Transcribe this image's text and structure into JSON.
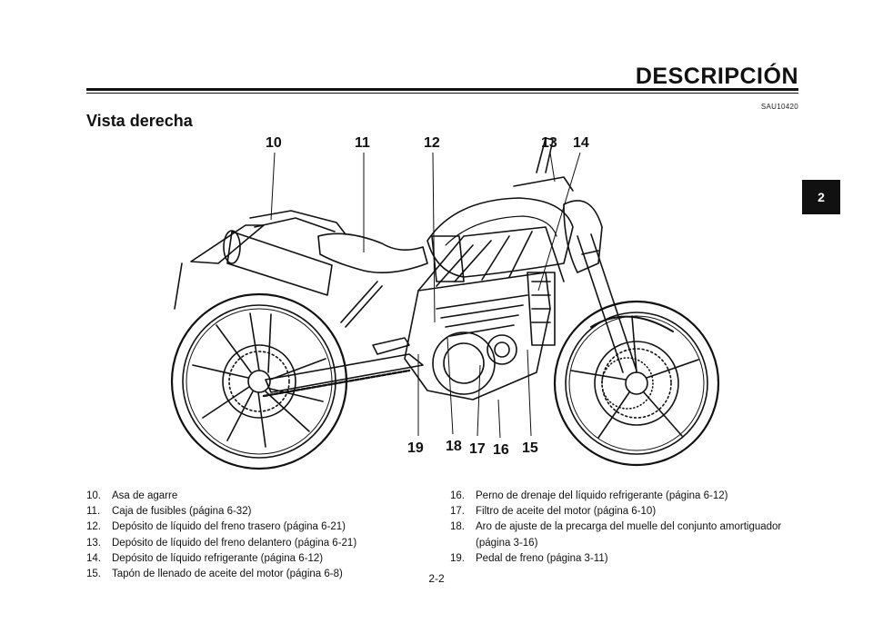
{
  "header": {
    "chapter_title": "DESCRIPCIÓN",
    "chapter_tab": "2"
  },
  "section": {
    "code": "SAU10420",
    "heading": "Vista derecha"
  },
  "diagram": {
    "callouts_top": [
      "10",
      "11",
      "12",
      "13",
      "14"
    ],
    "callouts_bottom": [
      "19",
      "18",
      "17",
      "16",
      "15"
    ]
  },
  "legend": {
    "left": [
      {
        "num": "10.",
        "text": "Asa de agarre"
      },
      {
        "num": "11.",
        "text": "Caja de fusibles (página 6-32)"
      },
      {
        "num": "12.",
        "text": "Depósito de líquido del freno trasero (página 6-21)"
      },
      {
        "num": "13.",
        "text": "Depósito de líquido del freno delantero (página 6-21)"
      },
      {
        "num": "14.",
        "text": "Depósito de líquido refrigerante (página 6-12)"
      },
      {
        "num": "15.",
        "text": "Tapón de llenado de aceite del motor (página 6-8)"
      }
    ],
    "right": [
      {
        "num": "16.",
        "text": "Perno de drenaje del líquido refrigerante (página 6-12)"
      },
      {
        "num": "17.",
        "text": "Filtro de aceite del motor (página 6-10)"
      },
      {
        "num": "18.",
        "text": "Aro de ajuste de la precarga del muelle del conjunto amortiguador (página 3-16)"
      },
      {
        "num": "19.",
        "text": "Pedal de freno (página 3-11)"
      }
    ]
  },
  "footer": {
    "page_number": "2-2"
  }
}
